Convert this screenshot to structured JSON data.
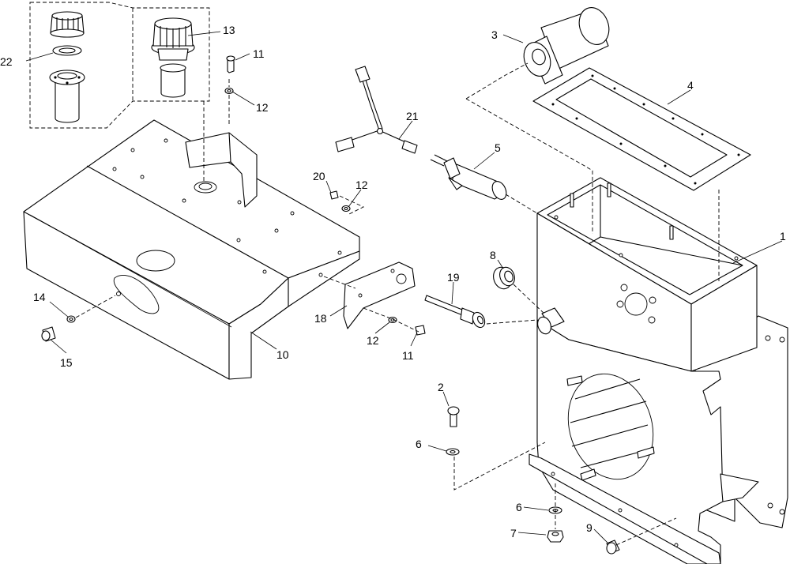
{
  "diagram": {
    "labels": {
      "p1": "1",
      "p2": "2",
      "p3": "3",
      "p4": "4",
      "p5": "5",
      "p6a": "6",
      "p6b": "6",
      "p7": "7",
      "p8": "8",
      "p9": "9",
      "p10": "10",
      "p11a": "11",
      "p11b": "11",
      "p12a": "12",
      "p12b": "12",
      "p12c": "12",
      "p13": "13",
      "p14": "14",
      "p15": "15",
      "p18": "18",
      "p19": "19",
      "p20": "20",
      "p21": "21",
      "p22": "22"
    }
  }
}
